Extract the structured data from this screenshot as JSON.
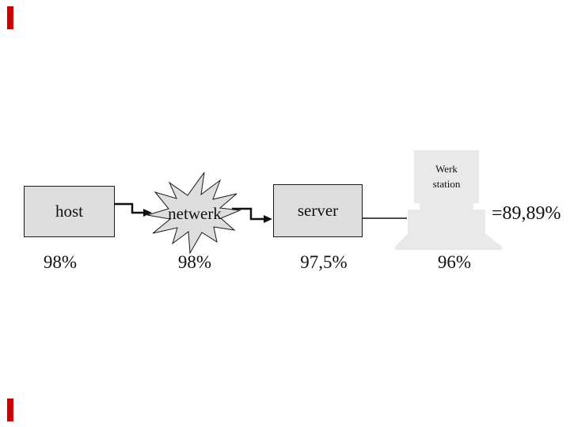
{
  "slide": {
    "nodes": [
      {
        "id": "host",
        "label": "host",
        "availability": "98%",
        "shape": "rectangle"
      },
      {
        "id": "netwerk",
        "label": "netwerk",
        "availability": "98%",
        "shape": "starburst"
      },
      {
        "id": "server",
        "label": "server",
        "availability": "97,5%",
        "shape": "rectangle"
      },
      {
        "id": "werkstation",
        "label": "Werk station",
        "label_line1": "Werk",
        "label_line2": "station",
        "availability": "96%",
        "shape": "workstation-icon"
      }
    ],
    "connections": [
      {
        "from": "host",
        "to": "netwerk",
        "style": "elbow-arrow"
      },
      {
        "from": "netwerk",
        "to": "server",
        "style": "elbow-arrow"
      },
      {
        "from": "server",
        "to": "werkstation",
        "style": "plain-line"
      }
    ],
    "result_label": "=89,89%",
    "colors": {
      "node_fill": "#dedede",
      "node_border": "#1a1a1a",
      "workstation_fill": "#e9e9e9",
      "connector": "#111111",
      "text": "#111111",
      "accent_red": "#cc0000",
      "background": "#ffffff"
    }
  }
}
